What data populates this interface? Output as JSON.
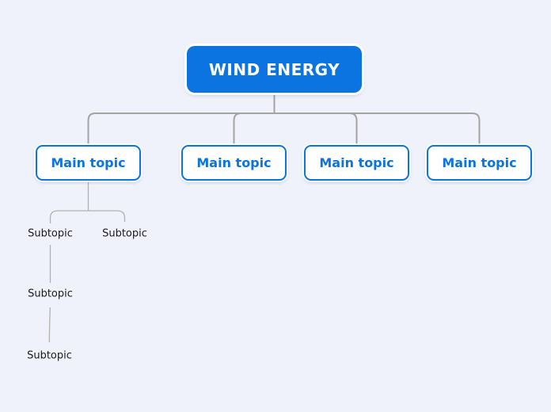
{
  "mindmap": {
    "root": {
      "label": "WIND ENERGY"
    },
    "children": [
      {
        "label": "Main topic",
        "children": [
          {
            "label": "Subtopic",
            "children": [
              {
                "label": "Subtopic",
                "children": [
                  {
                    "label": "Subtopic"
                  }
                ]
              }
            ]
          },
          {
            "label": "Subtopic"
          }
        ]
      },
      {
        "label": "Main topic"
      },
      {
        "label": "Main topic"
      },
      {
        "label": "Main topic"
      }
    ]
  },
  "colors": {
    "background": "#eff2fb",
    "accent_blue": "#0b74e0",
    "root_text": "#ffffff",
    "connector_primary": "#a4a4a4",
    "connector_secondary": "#b2b2b2",
    "subtopic_text": "#1b1b1b"
  }
}
